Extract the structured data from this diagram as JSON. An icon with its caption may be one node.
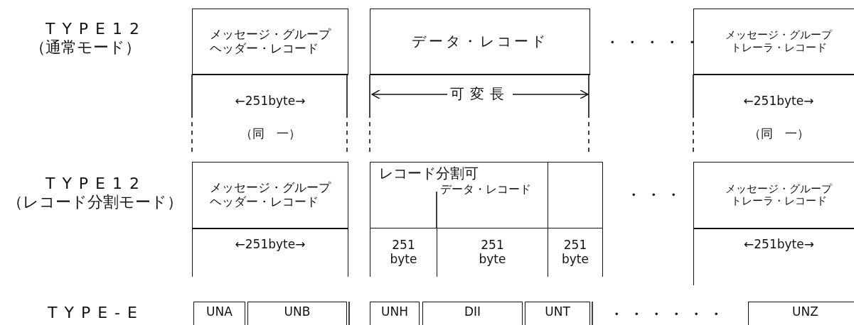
{
  "diagram": {
    "nodes": [
      {
        "text": [
          "メッセージ・グループヘッダー・レコード"
        ]
      },
      {
        "text": [
          "←251byte→",
          "（同　一）"
        ]
      },
      {
        "text": [
          "データ・レコード"
        ]
      },
      {
        "text": [
          "可変長"
        ]
      },
      {
        "text": [
          "メッセージ・グループトレーラ・レコード"
        ]
      },
      {
        "text": [
          "←251byte→",
          "（同　一）"
        ]
      },
      {
        "text": [
          "メッセージ・グループヘッダー・レコード"
        ]
      },
      {
        "text": [
          "←251byte→"
        ]
      },
      {
        "text": [
          "レコード分割可",
          "データ・レコード"
        ]
      },
      {
        "text": [],
        "shape": "box"
      },
      {
        "text": [
          "251 byte"
        ]
      },
      {
        "text": [
          "251 byte"
        ]
      },
      {
        "text": [
          "251 byte"
        ]
      },
      {
        "text": [
          "メッセージ・グループトレーラ・レコード"
        ]
      },
      {
        "text": [
          "←251byte→"
        ]
      },
      {
        "text": [
          "UNA"
        ]
      },
      {
        "text": [
          "UNB"
        ]
      },
      {
        "text": [
          "UNH"
        ]
      },
      {
        "text": [
          "DII"
        ]
      },
      {
        "text": [
          "UNT"
        ]
      },
      {
        "text": [
          "UNZ"
        ]
      }
    ],
    "labels": [
      "TYPE12",
      "（通常モード）",
      "・・・・・",
      "TYPE12",
      "（レコード分割モード）",
      "・・・",
      "TYPE-E",
      "・・・・・・"
    ]
  }
}
